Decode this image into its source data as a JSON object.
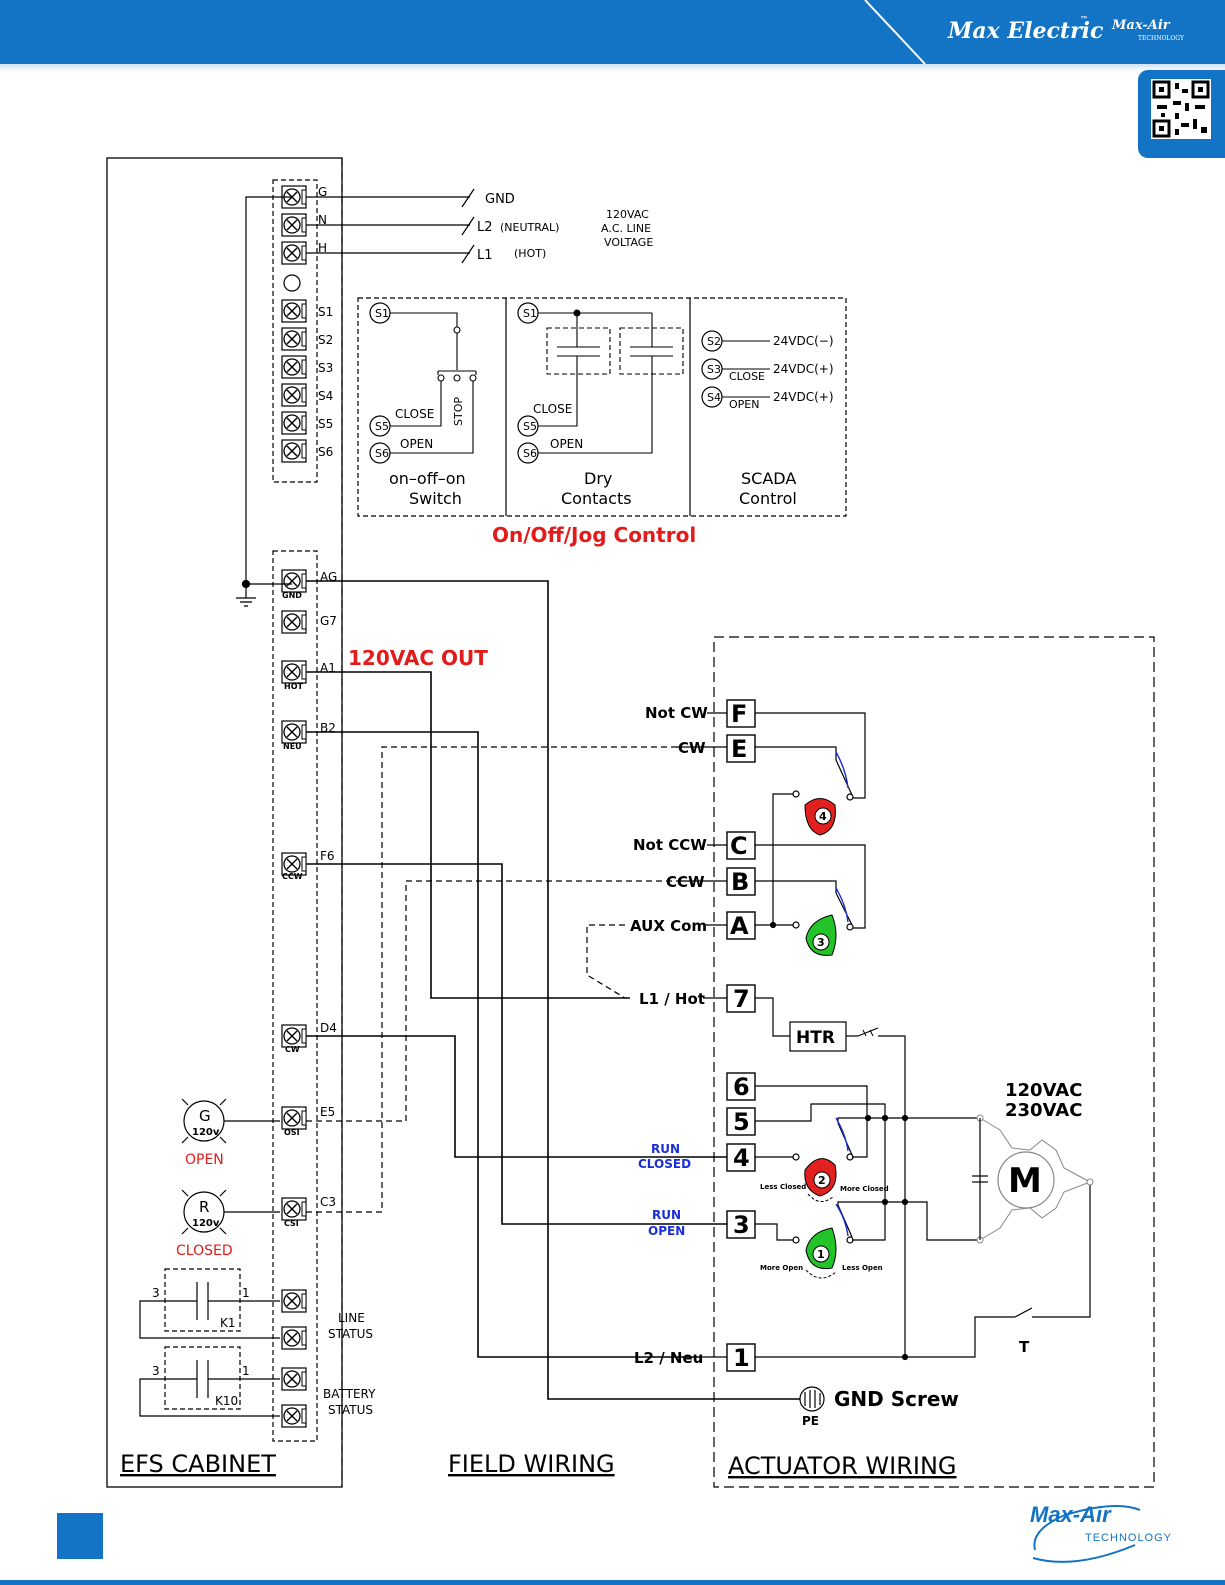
{
  "header": {
    "brand_logo": "Max Electric",
    "brand_tm": "™",
    "partner_logo": "Max-Air",
    "partner_sub": "TECHNOLOGY"
  },
  "footer": {
    "logo": "Max-Air",
    "sub": "TECHNOLOGY"
  },
  "diagram": {
    "section_labels": {
      "efs": "EFS CABINET",
      "field": "FIELD WIRING",
      "actuator": "ACTUATOR WIRING"
    },
    "line_power": {
      "gnd": "GND",
      "l2": "L2",
      "neutral": "(NEUTRAL)",
      "l1": "L1",
      "hot": "(HOT)",
      "voltage_l1": "120VAC",
      "voltage_l2": "A.C.  LINE",
      "voltage_l3": "VOLTAGE"
    },
    "top_terminals": [
      "G",
      "N",
      "H",
      "S1",
      "S2",
      "S3",
      "S4",
      "S5",
      "S6"
    ],
    "control_panels": {
      "switch_caption_1": "on–off–on",
      "switch_caption_2": "Switch",
      "dry_caption_1": "Dry",
      "dry_caption_2": "Contacts",
      "scada_caption_1": "SCADA",
      "scada_caption_2": "Control",
      "close": "CLOSE",
      "open": "OPEN",
      "stop": "STOP",
      "s1": "S1",
      "s2": "S2",
      "s3": "S3",
      "s4": "S4",
      "s5": "S5",
      "s6": "S6",
      "vdc_neg": "24VDC(−)",
      "vdc_pos": "24VDC(+)"
    },
    "control_title": "On/Off/Jog Control",
    "out_title": "120VAC OUT",
    "efs_terminals": {
      "ag": "AG",
      "g7": "G7",
      "a1": "A1",
      "b2": "B2",
      "f6": "F6",
      "d4": "D4",
      "e5": "E5",
      "c3": "C3",
      "gnd_tag": "GND",
      "hot_tag": "HOT",
      "neu_tag": "NEU",
      "ccw_tag": "CCW",
      "cw_tag": "CW",
      "osi_tag": "OSI",
      "csi_tag": "CSI"
    },
    "lamps": {
      "g": "G",
      "r": "R",
      "v": "120v",
      "open": "OPEN",
      "closed": "CLOSED"
    },
    "relays": {
      "k1": "K1",
      "k10": "K10",
      "n3": "3",
      "n1": "1",
      "line_status_1": "LINE",
      "line_status_2": "STATUS",
      "battery_status_1": "BATTERY",
      "battery_status_2": "STATUS"
    },
    "actuator_terminals": {
      "f": "F",
      "e": "E",
      "c": "C",
      "b": "B",
      "a": "A",
      "t7": "7",
      "t6": "6",
      "t5": "5",
      "t4": "4",
      "t3": "3",
      "t1": "1"
    },
    "actuator_labels": {
      "not_cw": "Not CW",
      "cw": "CW",
      "not_ccw": "Not CCW",
      "ccw": "CCW",
      "aux_com": "AUX Com",
      "l1_hot": "L1 / Hot",
      "l2_neu": "L2 / Neu",
      "run": "RUN",
      "closed": "CLOSED",
      "open": "OPEN",
      "gnd_screw": "GND Screw",
      "pe": "PE",
      "htr": "HTR",
      "motor": "M",
      "thermo": "T",
      "v120": "120VAC",
      "v230": "230VAC",
      "less_closed": "Less Closed",
      "more_closed": "More Closed",
      "more_open": "More Open",
      "less_open": "Less Open"
    },
    "cams": [
      "1",
      "2",
      "3",
      "4"
    ],
    "colors": {
      "red_text": "#e31b1b",
      "blue_text": "#1a2fd6",
      "cam_red": "#e32020",
      "cam_green": "#22c42a",
      "brand_blue": "#1373c4"
    }
  }
}
